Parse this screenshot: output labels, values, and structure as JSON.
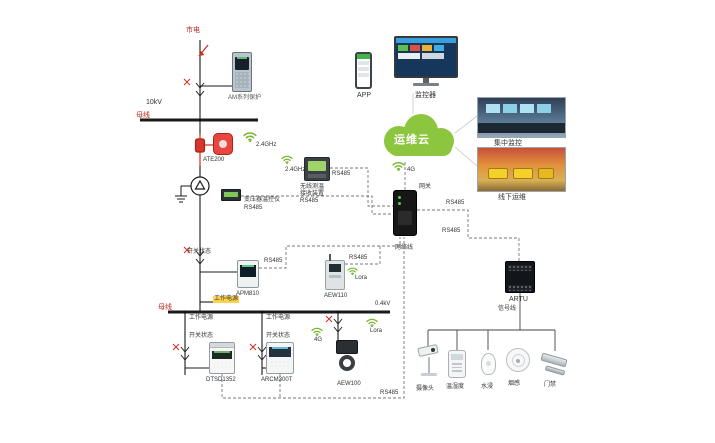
{
  "colors": {
    "cloud_green": "#8cc63e",
    "wifi_green": "#76b82a",
    "alarm_red": "#d22c23",
    "highlight_yellow": "#ffd34d"
  },
  "top": {
    "mains": "市电",
    "relay": "AM系列保护",
    "voltage": "10kV",
    "bus": "母线"
  },
  "mid": {
    "ate200": "ATE200",
    "ghz1": "2.4GHz",
    "ghz2": "2.4GHz",
    "receiver1": "无线测温",
    "receiver2": "接收装置",
    "receiver3": "RS485",
    "receiver_rs485": "RS485",
    "trans_ctrl": "变压器温控仪",
    "trans_ctrl_rs485": "RS485",
    "switch_status": "开关状态",
    "apm810": "APM810",
    "apm810_rs485": "RS485",
    "aew110": "AEW110",
    "aew110_rs485": "RS485",
    "aew110_lora": "Lora",
    "working_power": "工作电源"
  },
  "bottom": {
    "bus": "母线",
    "voltage": "0.4kV",
    "wp1": "工作电源",
    "wp2": "工作电源",
    "ss1": "开关状态",
    "ss2": "开关状态",
    "dtsd1352": "DTSD1352",
    "arcm300t": "ARCM300T",
    "aew100": "AEW100",
    "g4": "4G",
    "lora": "Lora",
    "rs485": "RS485"
  },
  "cloud": {
    "name": "运维云"
  },
  "gateway": {
    "name": "网关",
    "g4": "4G",
    "network_line": "网络线",
    "rs485_a": "RS485",
    "rs485_b": "RS485"
  },
  "platform": {
    "app": "APP",
    "monitor": "监控器",
    "central_monitoring": "集中监控",
    "offline_ops": "线下运维"
  },
  "right": {
    "artu": "ARTU",
    "signal_line": "信号线"
  },
  "sensors": {
    "camera": "摄像头",
    "temp_humidity": "温湿度",
    "water": "水浸",
    "smoke": "烟感",
    "door": "门禁"
  }
}
